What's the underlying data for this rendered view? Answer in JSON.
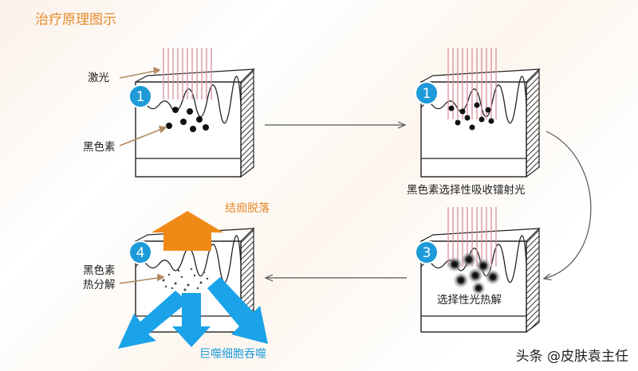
{
  "title": "治疗原理图示",
  "labels": {
    "laser": "激光",
    "melanin": "黑色素",
    "absorb": "黑色素选择性吸收镭射光",
    "photothermal": "选择性光热解",
    "shed": "结痂脱落",
    "melanin_decompose": "黑色素\n热分解",
    "phagocytosis": "巨噬细胞吞噬"
  },
  "steps": [
    "1",
    "1",
    "3",
    "4"
  ],
  "watermark": "头条 @皮肤袁主任",
  "colors": {
    "title": "#e58a2b",
    "badge": "#1e9ad8",
    "laser_lines": "#d98f9a",
    "orange_arrow": "#f08a16",
    "blue_arrow": "#1aa3e8",
    "melanin": "#111111"
  }
}
